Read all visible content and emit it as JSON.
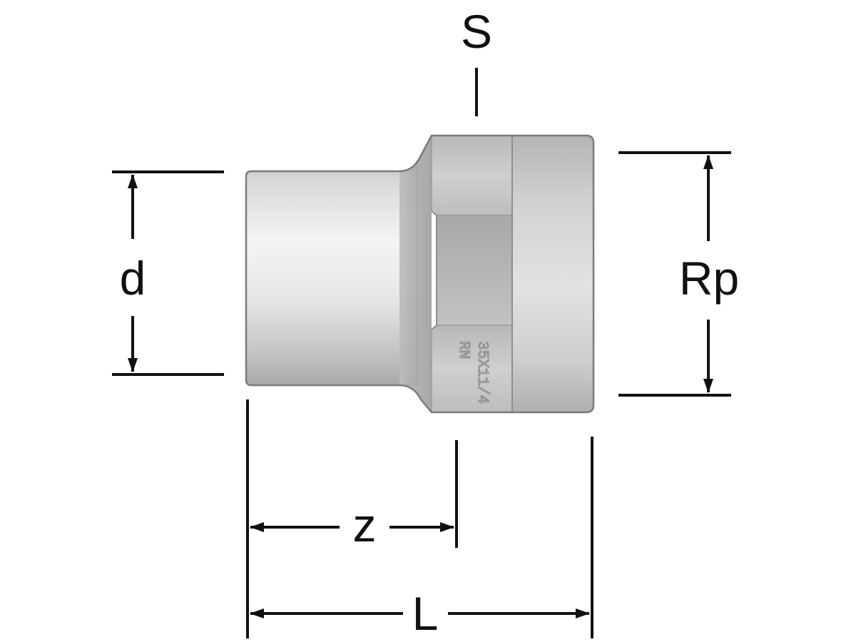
{
  "labels": {
    "s": "S",
    "d": "d",
    "rp": "Rp",
    "z": "z",
    "l": "L"
  },
  "stamp": {
    "line1": "RN",
    "line2": "35X11/4"
  },
  "colors": {
    "line": "#111111",
    "metal_light": "#f2f2f2",
    "metal_mid": "#c8c8c8",
    "metal_dark": "#8a8a8a"
  }
}
